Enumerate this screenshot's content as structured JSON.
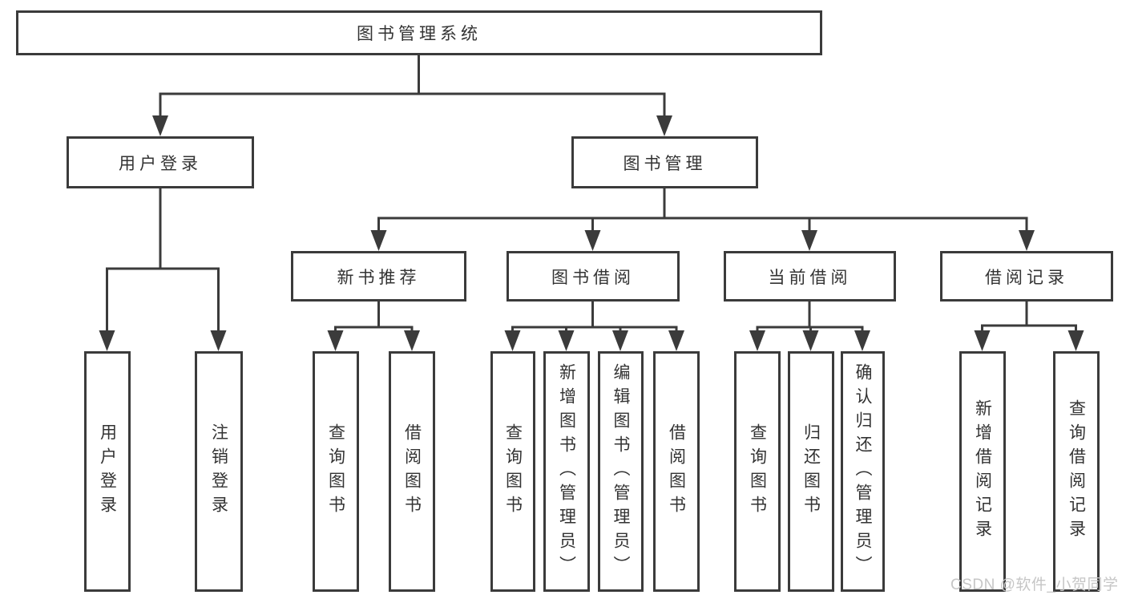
{
  "colors": {
    "line": "#3b3b3b",
    "text": "#333333",
    "watermark": "#c6c6c6",
    "background": "#ffffff"
  },
  "watermark": "CSDN @软件_小贺同学",
  "diagram": {
    "type": "hierarchy-tree",
    "root": {
      "label": "图书管理系统"
    },
    "branches": [
      {
        "label": "用户登录",
        "children": [
          {
            "label": "用户登录"
          },
          {
            "label": "注销登录"
          }
        ]
      },
      {
        "label": "图书管理",
        "children": [
          {
            "label": "新书推荐",
            "children": [
              {
                "label": "查询图书"
              },
              {
                "label": "借阅图书"
              }
            ]
          },
          {
            "label": "图书借阅",
            "children": [
              {
                "label": "查询图书"
              },
              {
                "label": "新增图书（管理员）"
              },
              {
                "label": "编辑图书（管理员）"
              },
              {
                "label": "借阅图书"
              }
            ]
          },
          {
            "label": "当前借阅",
            "children": [
              {
                "label": "查询图书"
              },
              {
                "label": "归还图书"
              },
              {
                "label": "确认归还（管理员）"
              }
            ]
          },
          {
            "label": "借阅记录",
            "children": [
              {
                "label": "新增借阅记录"
              },
              {
                "label": "查询借阅记录"
              }
            ]
          }
        ]
      }
    ]
  }
}
